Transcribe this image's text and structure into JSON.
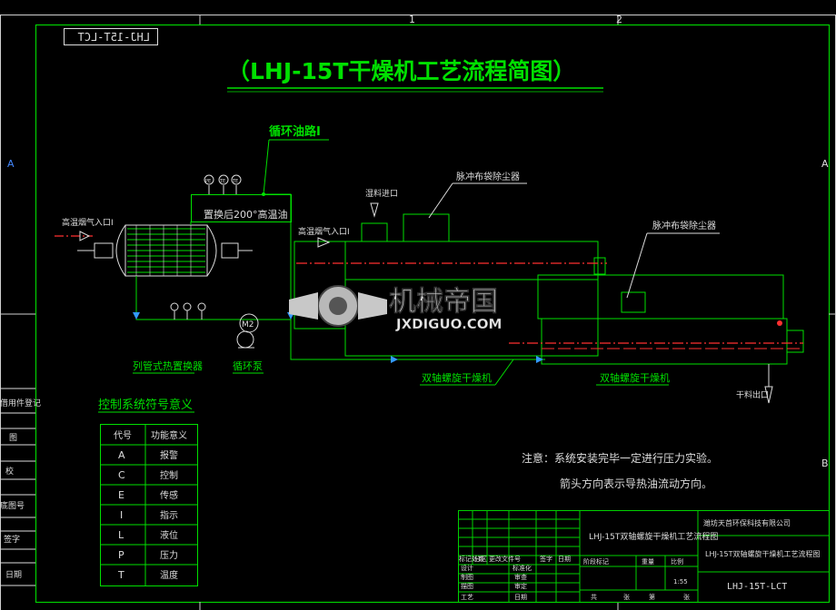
{
  "drawing": {
    "title": "（LHJ-15T干燥机工艺流程简图）",
    "mirrored_code": "LHJ-15T-LCT",
    "border_zone_labels": {
      "top_1": "1",
      "top_2": "2",
      "left_A": "A",
      "right_A": "A",
      "right_B": "B"
    }
  },
  "process_labels": {
    "oil_circuit": "循环油路I",
    "oil_heater": "置换后200°高温油",
    "gas_inlet_1": "高温烟气入口I",
    "gas_inlet_2": "高温烟气入口I",
    "feed_inlet": "湿料进口",
    "pulse_dust_1": "脉冲布袋除尘器",
    "pulse_dust_2": "脉冲布袋除尘器",
    "pump_tag": "M2",
    "heat_exchanger": "列管式热置换器",
    "pump": "循环泵",
    "dryer_1": "双轴螺旋干燥机",
    "dryer_2": "双轴螺旋干燥机",
    "discharge": "干料出口",
    "instrument_tags": [
      "PE",
      "TE",
      "TE"
    ]
  },
  "watermark": {
    "cn": "机械帝国",
    "en": "JXDIGUO.COM"
  },
  "legend": {
    "title": "控制系统符号意义",
    "headers": [
      "代号",
      "功能意义"
    ],
    "rows": [
      {
        "code": "A",
        "meaning": "报警"
      },
      {
        "code": "C",
        "meaning": "控制"
      },
      {
        "code": "E",
        "meaning": "传感"
      },
      {
        "code": "I",
        "meaning": "指示"
      },
      {
        "code": "L",
        "meaning": "液位"
      },
      {
        "code": "P",
        "meaning": "压力"
      },
      {
        "code": "T",
        "meaning": "温度"
      }
    ]
  },
  "notes": {
    "line1": "注意：系统安装完毕一定进行压力实验。",
    "line2": "箭头方向表示导热油流动方向。"
  },
  "title_block": {
    "company": "潍坊天首环保科技有限公司",
    "drawing_name": "LHJ-15T双轴螺旋干燥机工艺流程图",
    "drawing_name_mid": "LHJ-15T双轴螺旋干燥机工艺流程图",
    "code": "LHJ-15T-LCT",
    "scale": "1:55",
    "row_labels": [
      "标记处数",
      "设计",
      "制图",
      "描图",
      "工艺"
    ],
    "col_labels": [
      "分区",
      "更改文件号",
      "签字",
      "日期"
    ],
    "std_labels": [
      "标准化",
      "审查",
      "审定",
      "日期"
    ],
    "stage_labels": [
      "阶段标记",
      "重量",
      "比例"
    ],
    "sheet_labels": [
      "共",
      "张",
      "第",
      "张"
    ]
  },
  "left_strip": {
    "labels": [
      "借用件登记",
      "图",
      "校",
      "底图号",
      "签字",
      "日期"
    ]
  }
}
